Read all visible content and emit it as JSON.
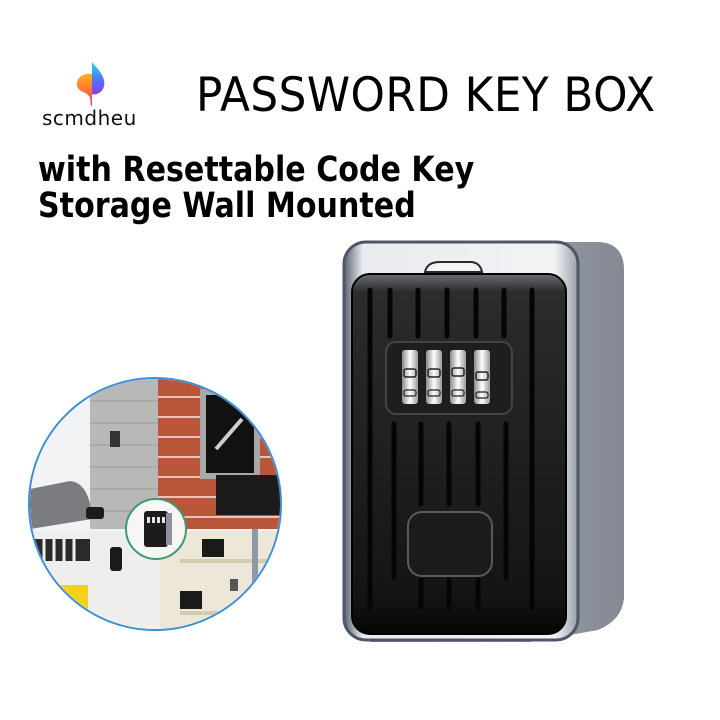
{
  "brand": {
    "name": "scmdheu",
    "logo_icon": "gradient-swirl-logo-icon"
  },
  "header": {
    "title": "PASSWORD KEY BOX",
    "subtitle_lines": [
      "with Resettable Code Key",
      "Storage Wall Mounted"
    ]
  },
  "product": {
    "name": "wall-mounted combination key lock box",
    "dial_count": 4,
    "colors": {
      "front": "#1a1a1a",
      "frame": "#c9ccd3",
      "side": "#8d929c"
    }
  },
  "lifestyle_image": {
    "description": "collage of key box mounted on brick wall, house exterior, and interior shelf",
    "border_color": "#3a8fd8",
    "inset_border_color": "#3b9a73"
  }
}
